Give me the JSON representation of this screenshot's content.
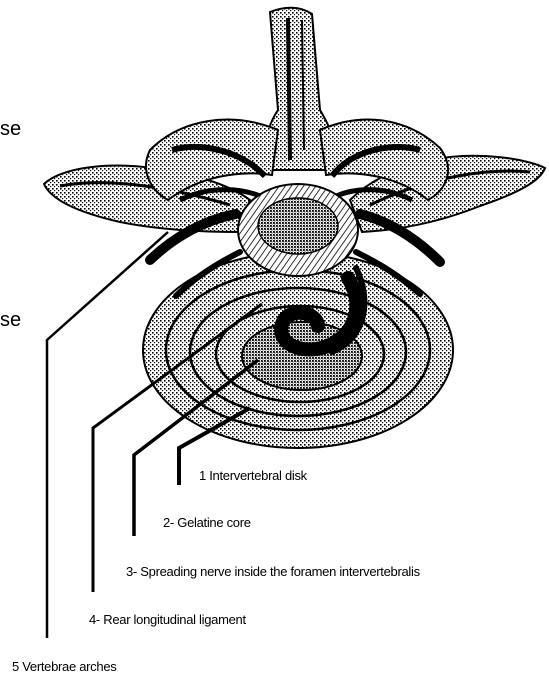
{
  "left_fragments": [
    "se",
    "se"
  ],
  "labels": [
    "1  Intervertebral disk",
    "2- Gelatine core",
    "3- Spreading nerve inside the foramen intervertebralis",
    "4- Rear longitudinal ligament",
    "5  Vertebrae arches"
  ],
  "colors": {
    "ink": "#000000",
    "background": "#ffffff"
  }
}
